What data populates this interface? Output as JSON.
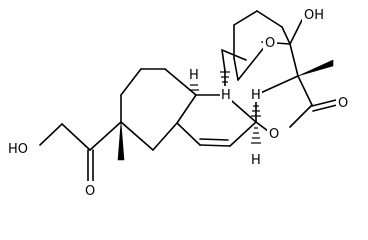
{
  "structure": {
    "atom_labels": {
      "hydroxyl_top_right": "OH",
      "ring_ether_oxygen": "O",
      "hydrogen_top": "H",
      "hydrogen_middle": "H",
      "lactone_carbonyl_oxygen": "O",
      "lactone_ring_oxygen": "O",
      "hydrogen_bottom": "H",
      "hydroxyl_left": "HO",
      "ketone_oxygen": "O"
    },
    "colors": {
      "bond": "#000000",
      "background": "#ffffff"
    }
  }
}
